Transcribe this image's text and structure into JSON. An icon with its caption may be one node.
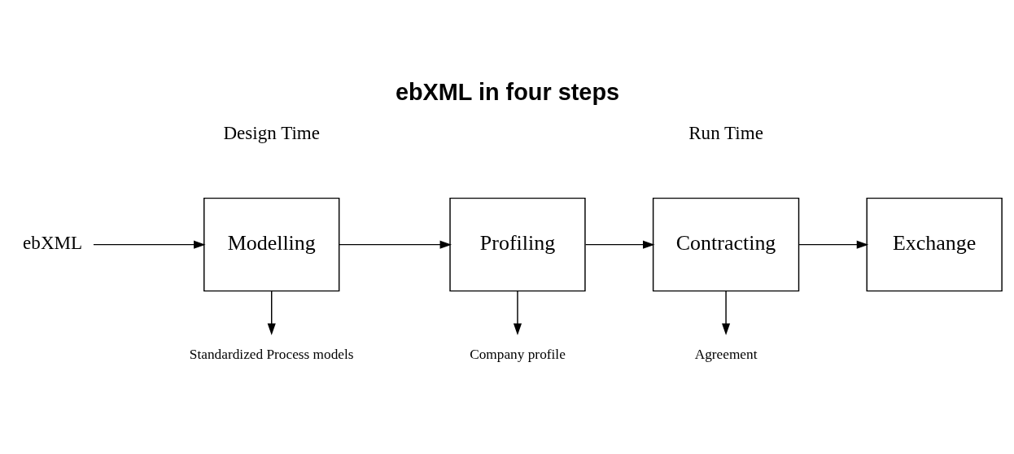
{
  "diagram": {
    "title": "ebXML in four steps",
    "nodes": [
      {
        "text": [
          "ebXML"
        ]
      },
      {
        "text": [
          "Modelling"
        ]
      },
      {
        "text": [
          "Profiling"
        ]
      },
      {
        "text": [
          "Contracting"
        ]
      },
      {
        "text": [
          "Exchange"
        ]
      },
      {
        "text": [
          "Standardized Process models"
        ]
      },
      {
        "text": [
          "Company profile"
        ]
      },
      {
        "text": [
          "Agreement"
        ]
      }
    ],
    "edges": [
      {
        "from": 0,
        "to": 1,
        "arrow": "to"
      },
      {
        "from": 1,
        "to": 2,
        "arrow": "to"
      },
      {
        "from": 2,
        "to": 3,
        "arrow": "to"
      },
      {
        "from": 3,
        "to": 4,
        "arrow": "to"
      },
      {
        "from": 1,
        "to": 5,
        "arrow": "to"
      },
      {
        "from": 2,
        "to": 6,
        "arrow": "to"
      },
      {
        "from": 3,
        "to": 7,
        "arrow": "to"
      }
    ],
    "labels": [
      "Design Time",
      "Run Time"
    ]
  }
}
